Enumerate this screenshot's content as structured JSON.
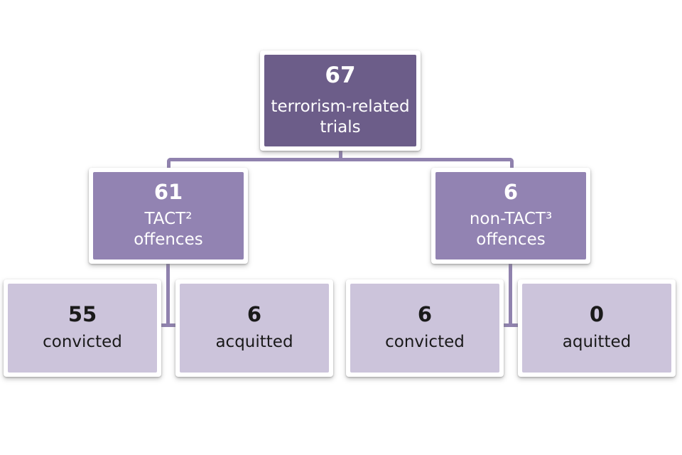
{
  "palette": {
    "level1_fill": "#6c5d89",
    "level2_fill": "#9283b2",
    "level3_fill": "#ccc4db",
    "connector": "#9082ae",
    "frame": "#ffffff",
    "text_light": "#ffffff",
    "text_dark": "#1a1a1a"
  },
  "nodes": {
    "root": {
      "value": "67",
      "label": "terrorism-related\ntrials"
    },
    "tact": {
      "value": "61",
      "label": "TACT²\noffences"
    },
    "non_tact": {
      "value": "6",
      "label": "non-TACT³\noffences"
    },
    "tact_convicted": {
      "value": "55",
      "label": "convicted"
    },
    "tact_acquitted": {
      "value": "6",
      "label": "acquitted"
    },
    "non_tact_convicted": {
      "value": "6",
      "label": "convicted"
    },
    "non_tact_acquitted": {
      "value": "0",
      "label": "aquitted"
    }
  }
}
